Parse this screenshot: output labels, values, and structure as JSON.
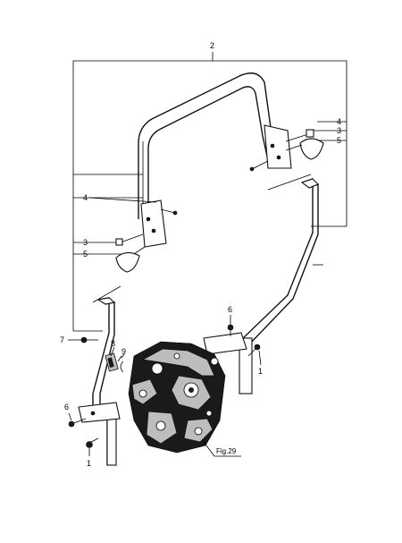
{
  "callouts": {
    "c2": "2",
    "c4_top": "4",
    "c3_top": "3",
    "c5_top": "5",
    "c4_left": "4",
    "c3_left": "3",
    "c5_left": "5",
    "c6_mid": "6",
    "c7": "7",
    "c8": "8",
    "c9": "9",
    "c1_right": "1",
    "c6_low": "6",
    "c1_low": "1"
  },
  "figure_ref": "Fig.29"
}
